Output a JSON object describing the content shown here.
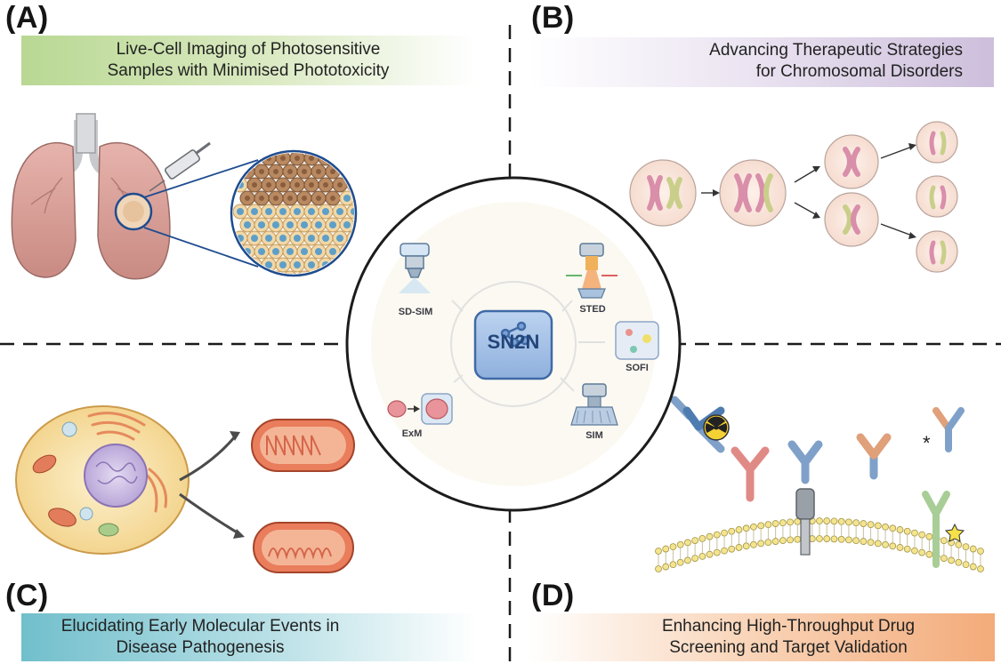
{
  "quadrants": {
    "a": {
      "letter": "(A)",
      "line1": "Live-Cell Imaging of Photosensitive",
      "line2": "Samples with Minimised Phototoxicity"
    },
    "b": {
      "letter": "(B)",
      "line1": "Advancing Therapeutic Strategies",
      "line2": "for Chromosomal Disorders"
    },
    "c": {
      "letter": "(C)",
      "line1": "Elucidating Early Molecular Events in",
      "line2": "Disease Pathogenesis"
    },
    "d": {
      "letter": "(D)",
      "line1": "Enhancing High-Throughput Drug",
      "line2": "Screening and Target Validation"
    }
  },
  "center": {
    "title": "SN2N",
    "methods": {
      "sd_sim": "SD-SIM",
      "sted": "STED",
      "sofi": "SOFI",
      "sim": "SIM",
      "exm": "ExM"
    }
  },
  "colors": {
    "banner_a": "#b9d893",
    "banner_b": "#cdbfdc",
    "banner_c": "#71bfcc",
    "banner_d": "#f3ab7a",
    "center_box": "#a9c4e8",
    "center_box_border": "#3f6aa6"
  },
  "icons": {
    "lung": "lungs-icon",
    "syringe": "syringe-icon",
    "cell": "cell-icon",
    "mitochondria": "mitochondria-icon",
    "chromosome": "chromosome-icon",
    "antibody": "antibody-icon",
    "radiation": "radiation-icon",
    "star": "star-icon"
  }
}
